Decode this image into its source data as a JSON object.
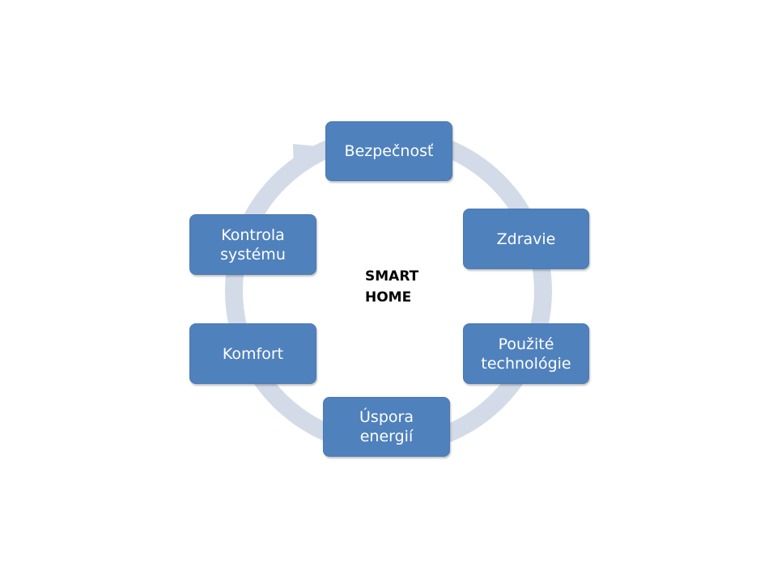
{
  "diagram": {
    "center_label": "SMART\nHOME",
    "nodes": [
      {
        "id": "bezpecnost",
        "label": "Bezpečnosť"
      },
      {
        "id": "zdravie",
        "label": "Zdravie"
      },
      {
        "id": "pouzite-technologie",
        "label": "Použité\ntechnológie"
      },
      {
        "id": "uspora-energii",
        "label": "Úspora\nenergií"
      },
      {
        "id": "komfort",
        "label": "Komfort"
      },
      {
        "id": "kontrola-systemu",
        "label": "Kontrola\nsystému"
      }
    ],
    "colors": {
      "node_fill": "#4f81bd",
      "node_text": "#ffffff",
      "ring": "#d3dbe8"
    }
  }
}
